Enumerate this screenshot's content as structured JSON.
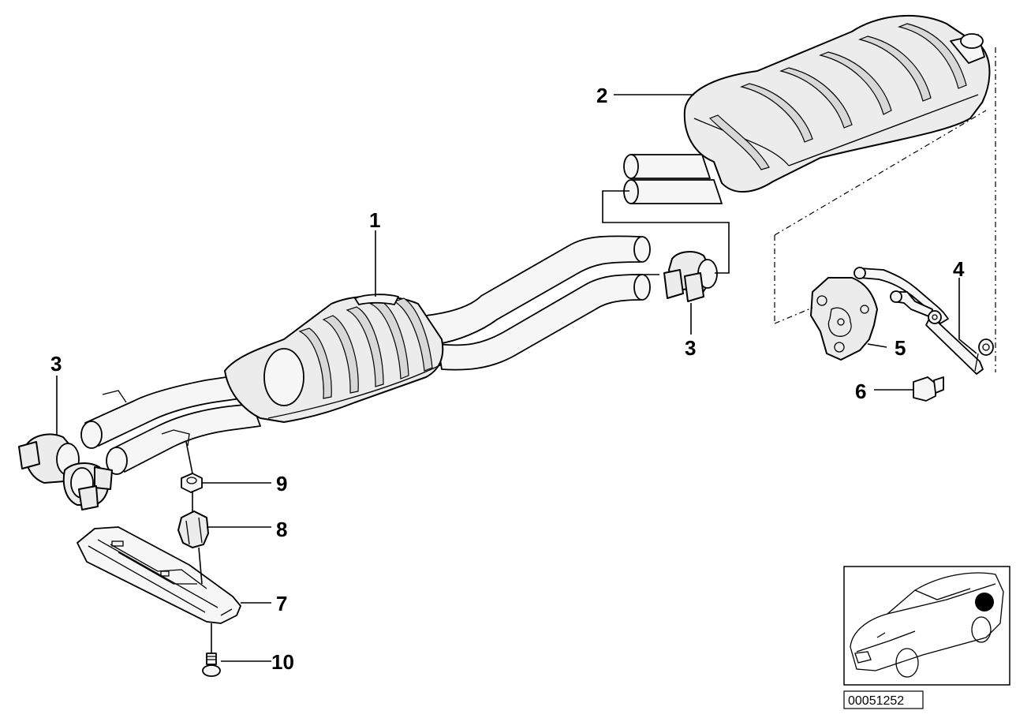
{
  "callouts": {
    "c1": "1",
    "c2": "2",
    "c3_left": "3",
    "c3_right": "3",
    "c4": "4",
    "c5": "5",
    "c6": "6",
    "c7": "7",
    "c8": "8",
    "c9": "9",
    "c10": "10"
  },
  "drawing_code": "00051252",
  "locator": {
    "marker_color": "#000000"
  }
}
